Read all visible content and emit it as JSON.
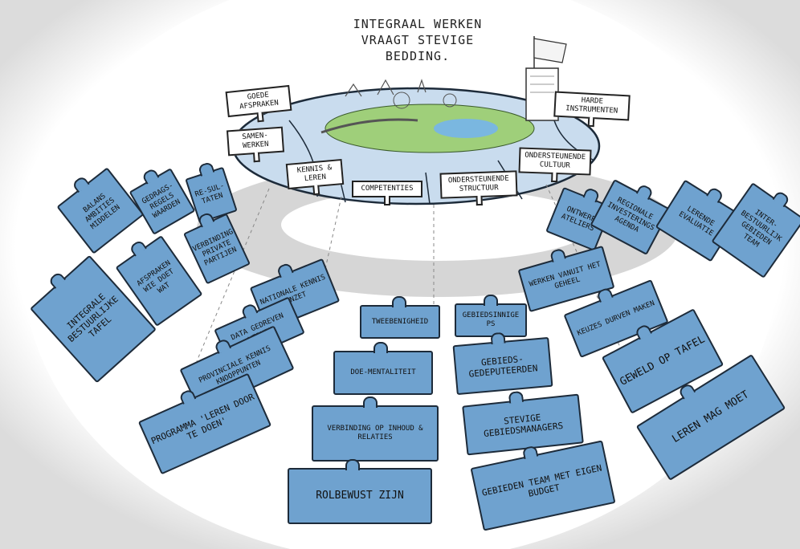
{
  "title_lines": [
    "INTEGRAAL WERKEN",
    "VRAAGT STEVIGE",
    "BEDDING."
  ],
  "top_signs": [
    {
      "id": "goede-afspraken",
      "text": "GOEDE AFSPRAKEN"
    },
    {
      "id": "samenwerken",
      "text": "SAMEN-WERKEN"
    },
    {
      "id": "kennis-leren",
      "text": "KENNIS & LEREN"
    },
    {
      "id": "competenties",
      "text": "COMPETENTIES"
    },
    {
      "id": "ondersteunende-structuur",
      "text": "ONDERSTEUNENDE STRUCTUUR"
    },
    {
      "id": "ondersteunende-cultuur",
      "text": "ONDERSTEUNENDE CULTUUR"
    },
    {
      "id": "harde-instrumenten",
      "text": "HARDE INSTRUMENTEN"
    }
  ],
  "pieces": {
    "balans": "BALANS AMBITIES MIDDELEN",
    "gedragswaarden": "GEDRAGS-REGELS WAARDEN",
    "resultaten": "RE-SUL-TATEN",
    "integrale_tafel": "INTEGRALE BESTUURLIJKE TAFEL",
    "afspraken_wie": "AFSPRAKEN WIE DOET WAT",
    "verbinding_partijen": "VERBINDING PRIVATE PARTIJEN",
    "nationale_kennis": "NATIONALE KENNIS INZET",
    "datagedreven": "DATA GEDREVEN WERKEN",
    "provinciale_kennis": "PROVINCIALE KENNIS KNOOPPUNTEN",
    "programma": "PROGRAMMA 'LEREN DOOR TE DOEN'",
    "tweebenigheid": "TWEEBENIGHEID",
    "doementaliteit": "DOE-MENTALITEIT",
    "verbinding_inhoud": "VERBINDING OP INHOUD & RELATIES",
    "rolbewust": "ROLBEWUST ZIJN",
    "gebiedsinnige_ps": "GEBIEDSINNIGE PS",
    "gebiedsgedeputeerden": "GEBIEDS-GEDEPUTEERDEN",
    "stevige_managers": "STEVIGE GEBIEDSMANAGERS",
    "gebieden_team_budget": "GEBIEDEN TEAM MET EIGEN BUDGET",
    "ontwerp_ateliers": "ONTWERP ATELIERS",
    "regionale_agenda": "REGIONALE INVESTERINGS AGENDA",
    "lerende_evaluatie": "LERENDE EVALUATIE",
    "interbestuurlijk_team": "INTER-BESTUURLIJK GEBIEDEN TEAM",
    "werken_geheel": "WERKEN VANUIT HET GEHEEL",
    "keuzes_durven": "KEUZES DURVEN MAKEN",
    "geweld_op_tafel": "GEWELD OP TAFEL",
    "leren_mag_moet": "LEREN MAG MOET"
  },
  "colors": {
    "piece_fill": "#6fa2cf",
    "plate_fill": "#c9dcee",
    "ring_gray": "#d9d9d9",
    "line": "#1d2b3a"
  }
}
